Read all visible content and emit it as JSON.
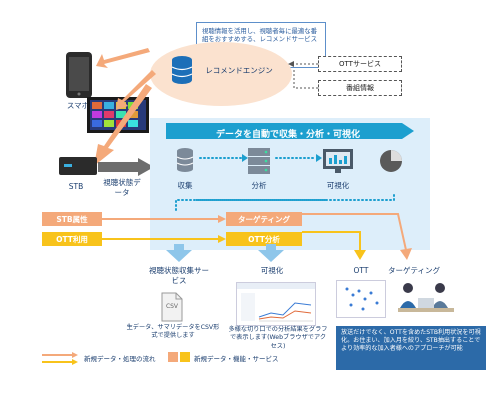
{
  "top_info_text": "視聴情報を活用し、視聴者毎に最適な番組をおすすめする、レコメンドサービスの提供",
  "engine_label": "レコメンドエンジン",
  "ott_service": "OTTサービス",
  "program_info": "番組情報",
  "smartphone": "スマホ",
  "stb": "STB",
  "view_data": "視聴状態データ",
  "banner": "データを自動で収集・分析・可視化",
  "collect": "収集",
  "analyze": "分析",
  "visualize": "可視化",
  "stb_attr": "STB属性",
  "ott_use": "OTT利用",
  "targeting_bar": "ターゲティング",
  "ott_analysis_bar": "OTT分析",
  "outputs": {
    "collect_service": "視聴状態収集サービス",
    "visualize": "可視化",
    "ott": "OTT",
    "targeting": "ターゲティング"
  },
  "csv_desc": "生データ、サマリデータをCSV形式で提供します",
  "csv_label": "CSV",
  "vis_desc": "多様な切り口での分析結果をグラフで表示します(Webブラウザでアクセス)",
  "bottom_blue": "放送だけでなく、OTTを含めたSTB利用状況を可視化。お住まい、加入月を絞り、STB抽出することでより効率的な加入者様へのアプローチが可能",
  "legend": {
    "flow": "新規データ・処理の流れ",
    "function": "新規データ・機能・サービス"
  },
  "colors": {
    "orange": "#f4a97a",
    "yellow": "#f8c31b",
    "teal": "#1c9fcf",
    "blue": "#2c6aa8"
  }
}
